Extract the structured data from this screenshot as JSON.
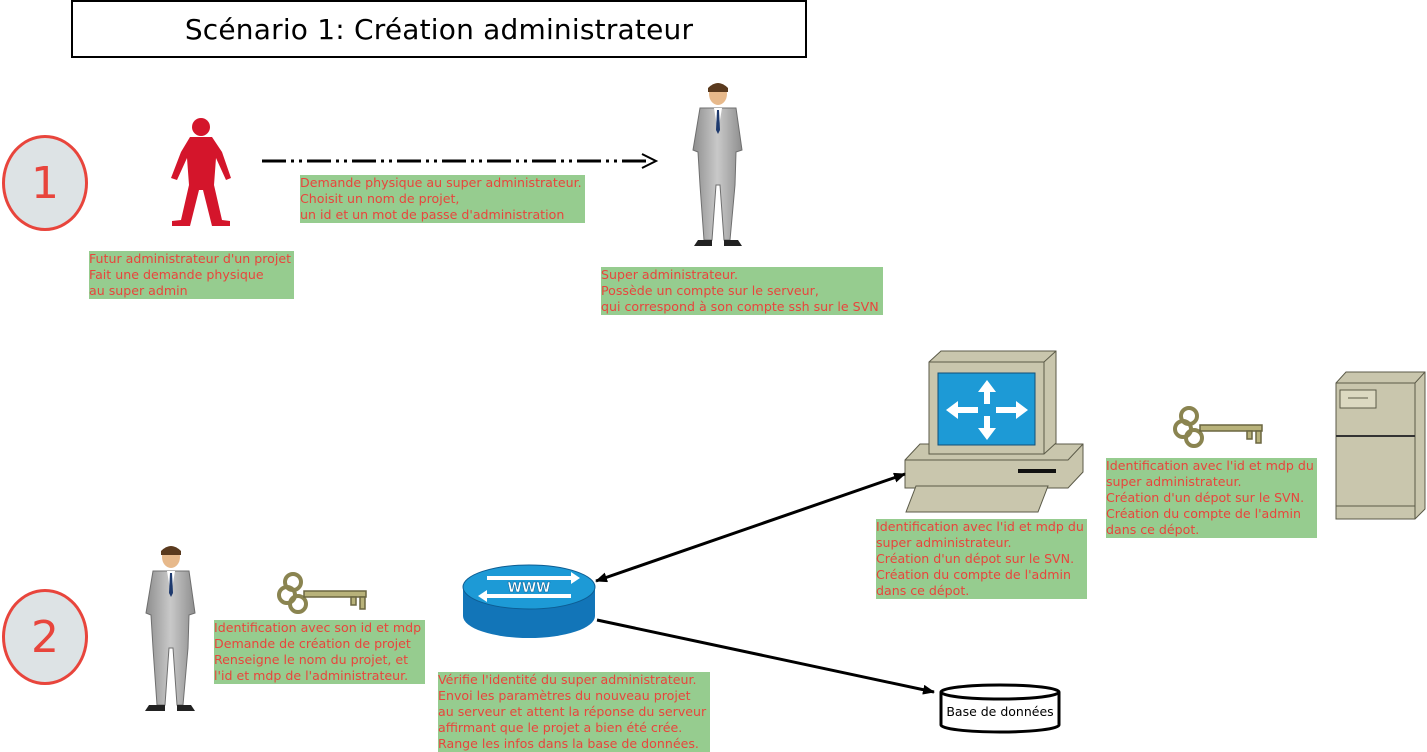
{
  "title": "Scénario 1: Création administrateur",
  "steps": [
    "1",
    "2"
  ],
  "scenario1": {
    "request_note": "Demande physique au super administrateur.\nChoisit un nom de projet,\nun id et un mot de passe d'administration",
    "future_admin_note": "Futur administrateur d'un projet\nFait une demande physique\nau super admin",
    "super_admin_note": "Super administrateur.\nPossède un compte sur le serveur,\nqui correspond à son compte ssh sur le SVN"
  },
  "scenario2": {
    "user_note": "Identification avec son id et mdp\nDemande de création de projet\nRenseigne le nom du projet, et\nl'id et mdp de l'administrateur.",
    "router_note": "Vérifie l'identité du super administrateur.\nEnvoi les paramètres du nouveau projet\nau serveur et attent la réponse du serveur\naffirmant que le projet a bien été crée.\nRange les infos dans la base de données.",
    "computer_note": "Identification avec l'id et mdp du\nsuper administrateur.\nCréation d'un dépot sur le SVN.\nCréation du compte de l'admin\ndans ce dépot.",
    "server_note": "Identification avec l'id et mdp du\nsuper administrateur.\nCréation d'un dépot sur le SVN.\nCréation du compte de l'admin\ndans ce dépot.",
    "router_label": "WWW",
    "database_label": "Base de données"
  },
  "colors": {
    "note_bg": "#96cc8f",
    "note_text": "#e8453c",
    "step_circle": "#dde3e5",
    "red_person": "#d4152b",
    "router_blue": "#1d9ad6"
  }
}
